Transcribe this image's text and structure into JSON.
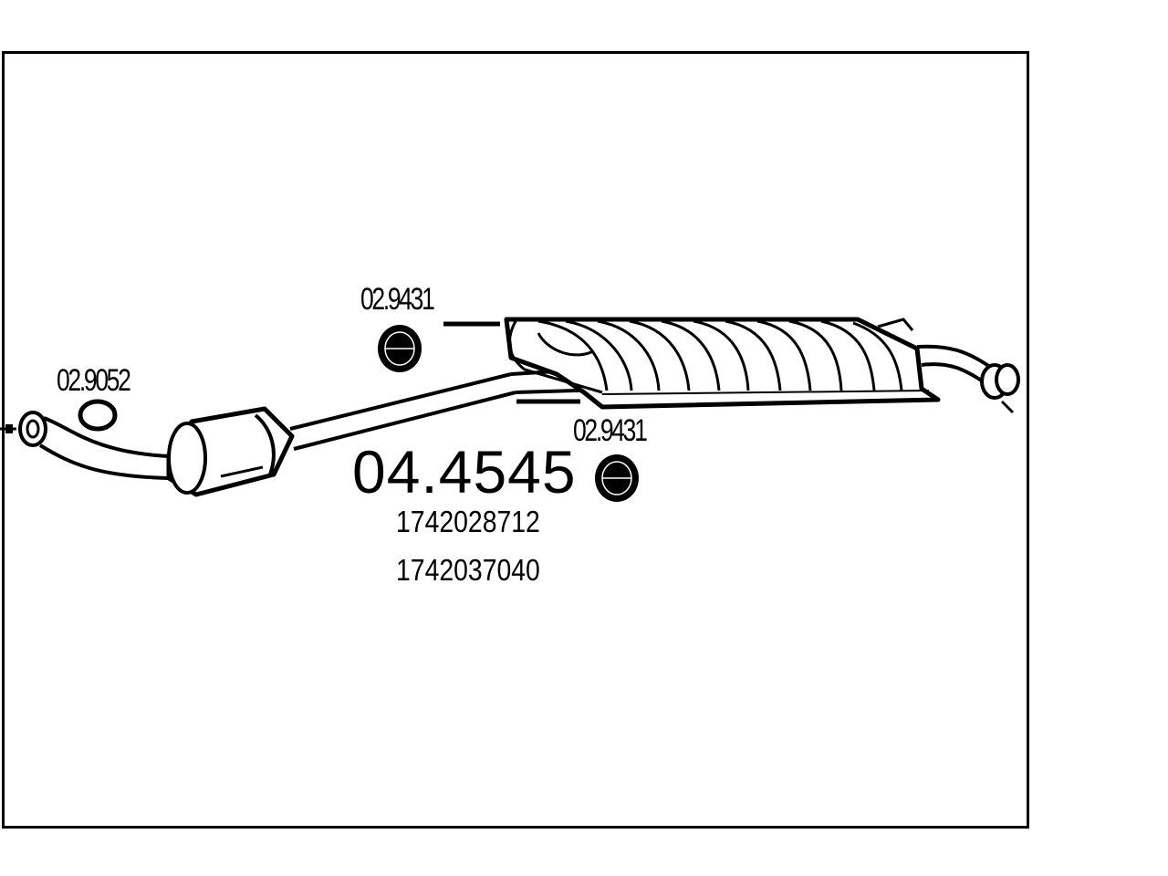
{
  "diagram": {
    "main_part_number": "04.4545",
    "oem_numbers": [
      "1742028712",
      "1742037040"
    ],
    "callouts": {
      "gasket_front": "02.9052",
      "hanger_upper": "02.9431",
      "hanger_lower": "02.9431"
    },
    "components": [
      "front-pipe",
      "catalytic-converter",
      "intermediate-pipe",
      "rear-silencer",
      "tail-pipe",
      "ring-gasket",
      "rubber-hanger-upper",
      "rubber-hanger-lower"
    ]
  }
}
